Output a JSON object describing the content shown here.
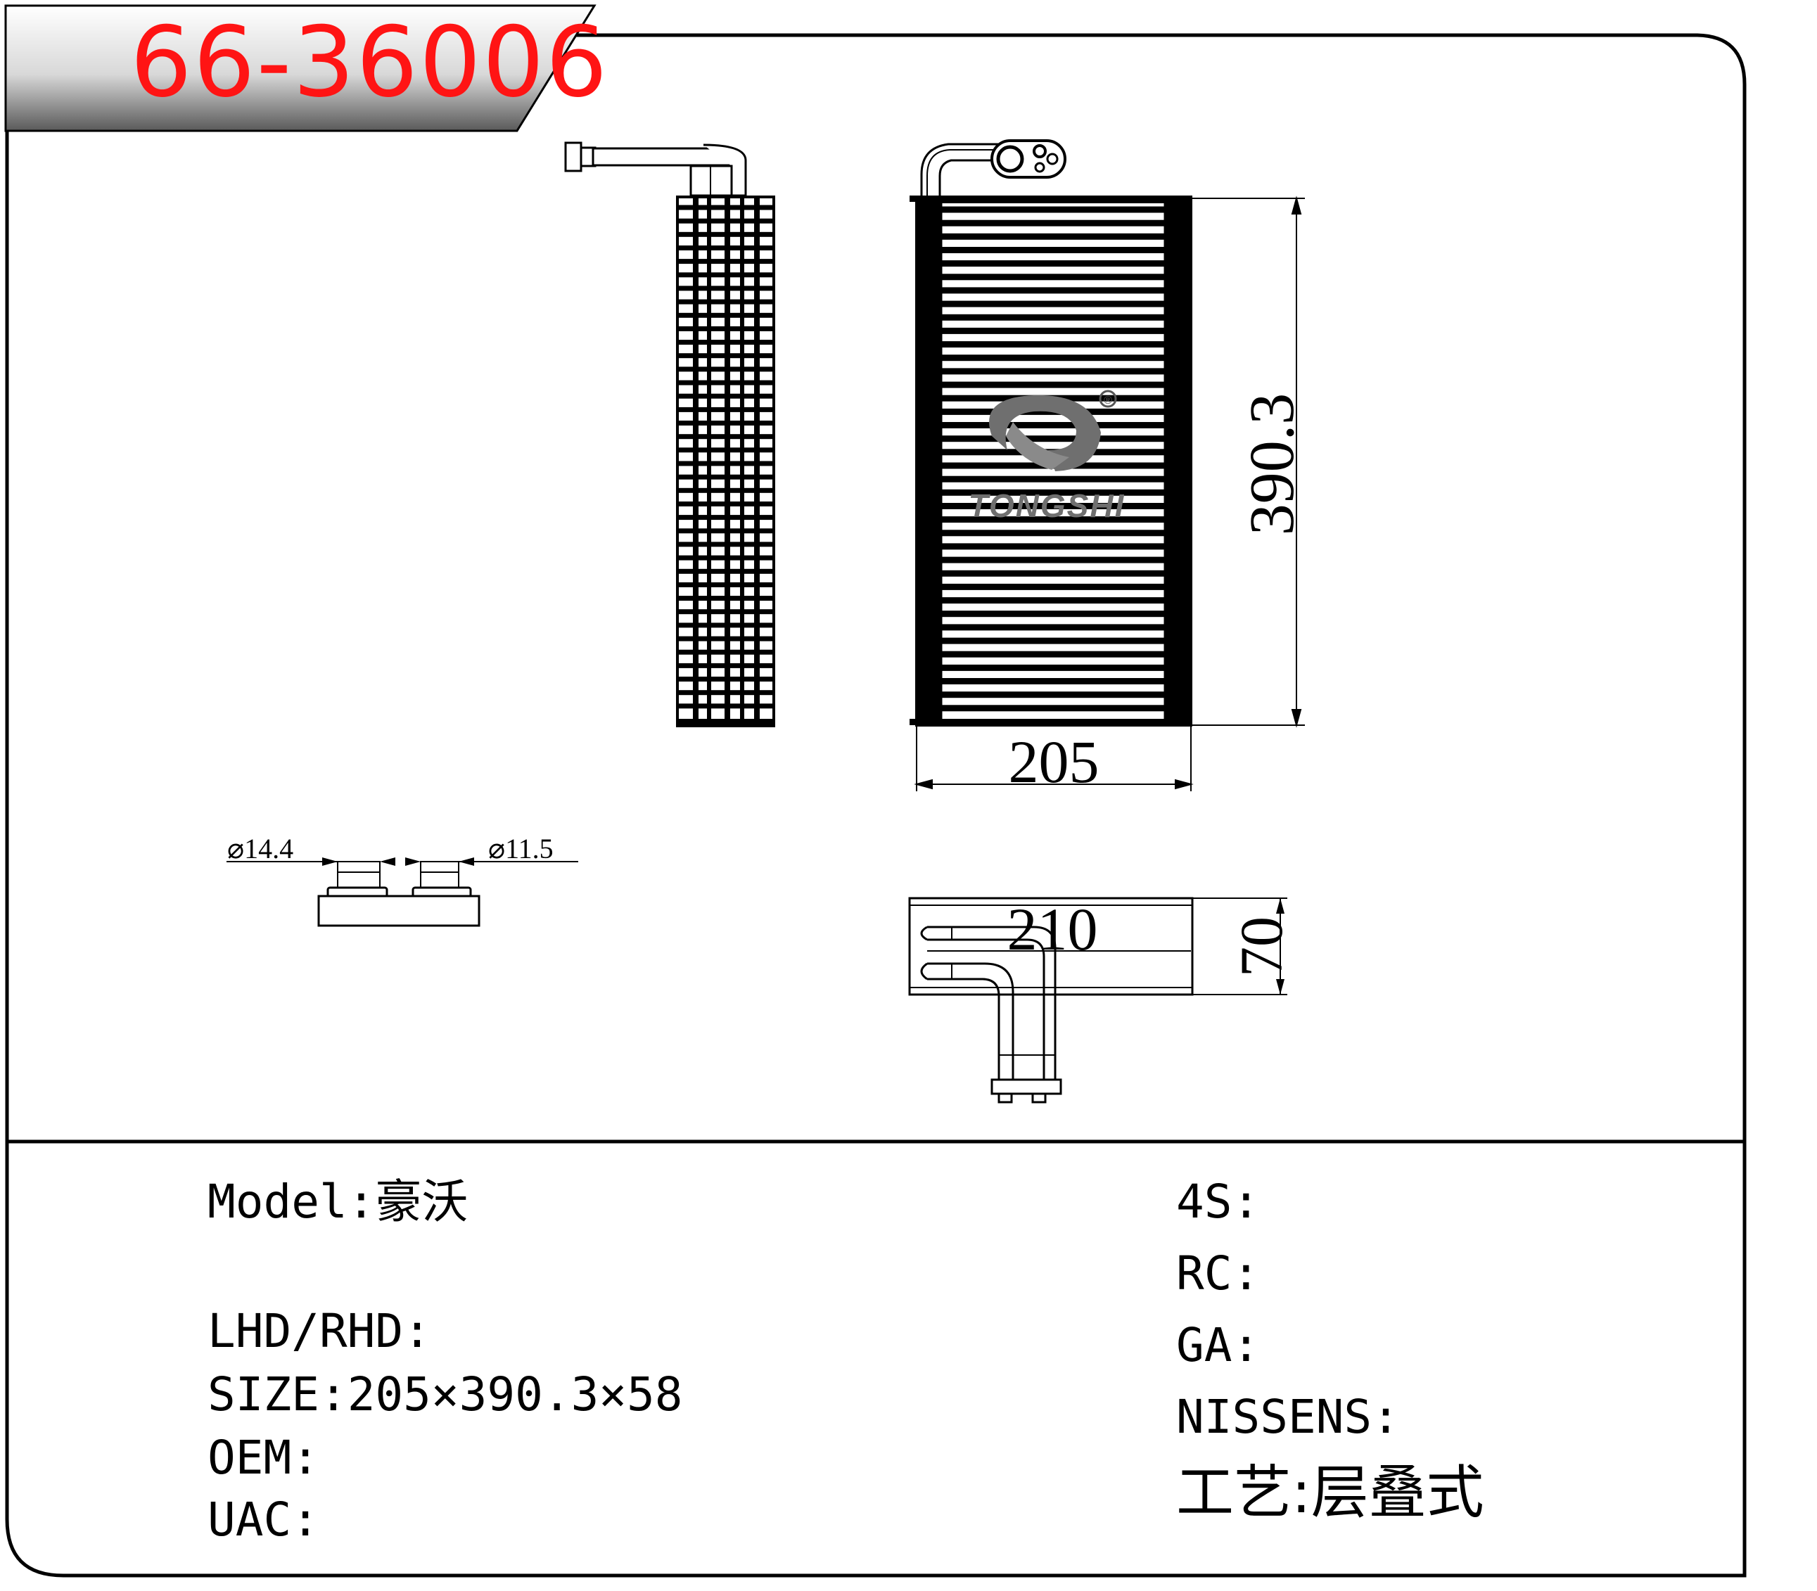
{
  "part_code": "66-36006",
  "brand_logo": {
    "text": "TONGSHI",
    "registered_mark": "®"
  },
  "dimensions": {
    "height": "390.3",
    "width_front": "205",
    "width_bottom": "210",
    "depth": "70",
    "pipe_left_diameter": "⌀14.4",
    "pipe_right_diameter": "⌀11.5"
  },
  "info_left": {
    "model_label": "Model:",
    "model_value": "豪沃",
    "lhd_label": "LHD/RHD:",
    "lhd_value": "",
    "size_label": "SIZE:",
    "size_value": "205×390.3×58",
    "oem_label": "OEM:",
    "oem_value": "",
    "uac_label": "UAC:",
    "uac_value": ""
  },
  "info_right": {
    "s4_label": "4S:",
    "s4_value": "",
    "rc_label": "RC:",
    "rc_value": "",
    "ga_label": "GA:",
    "ga_value": "",
    "nissens_label": "NISSENS:",
    "nissens_value": "",
    "craft_label": "工艺:",
    "craft_value": "层叠式"
  },
  "colors": {
    "code_red": "#ff1414",
    "line": "#000000",
    "watermark": "#6f6f6f"
  }
}
